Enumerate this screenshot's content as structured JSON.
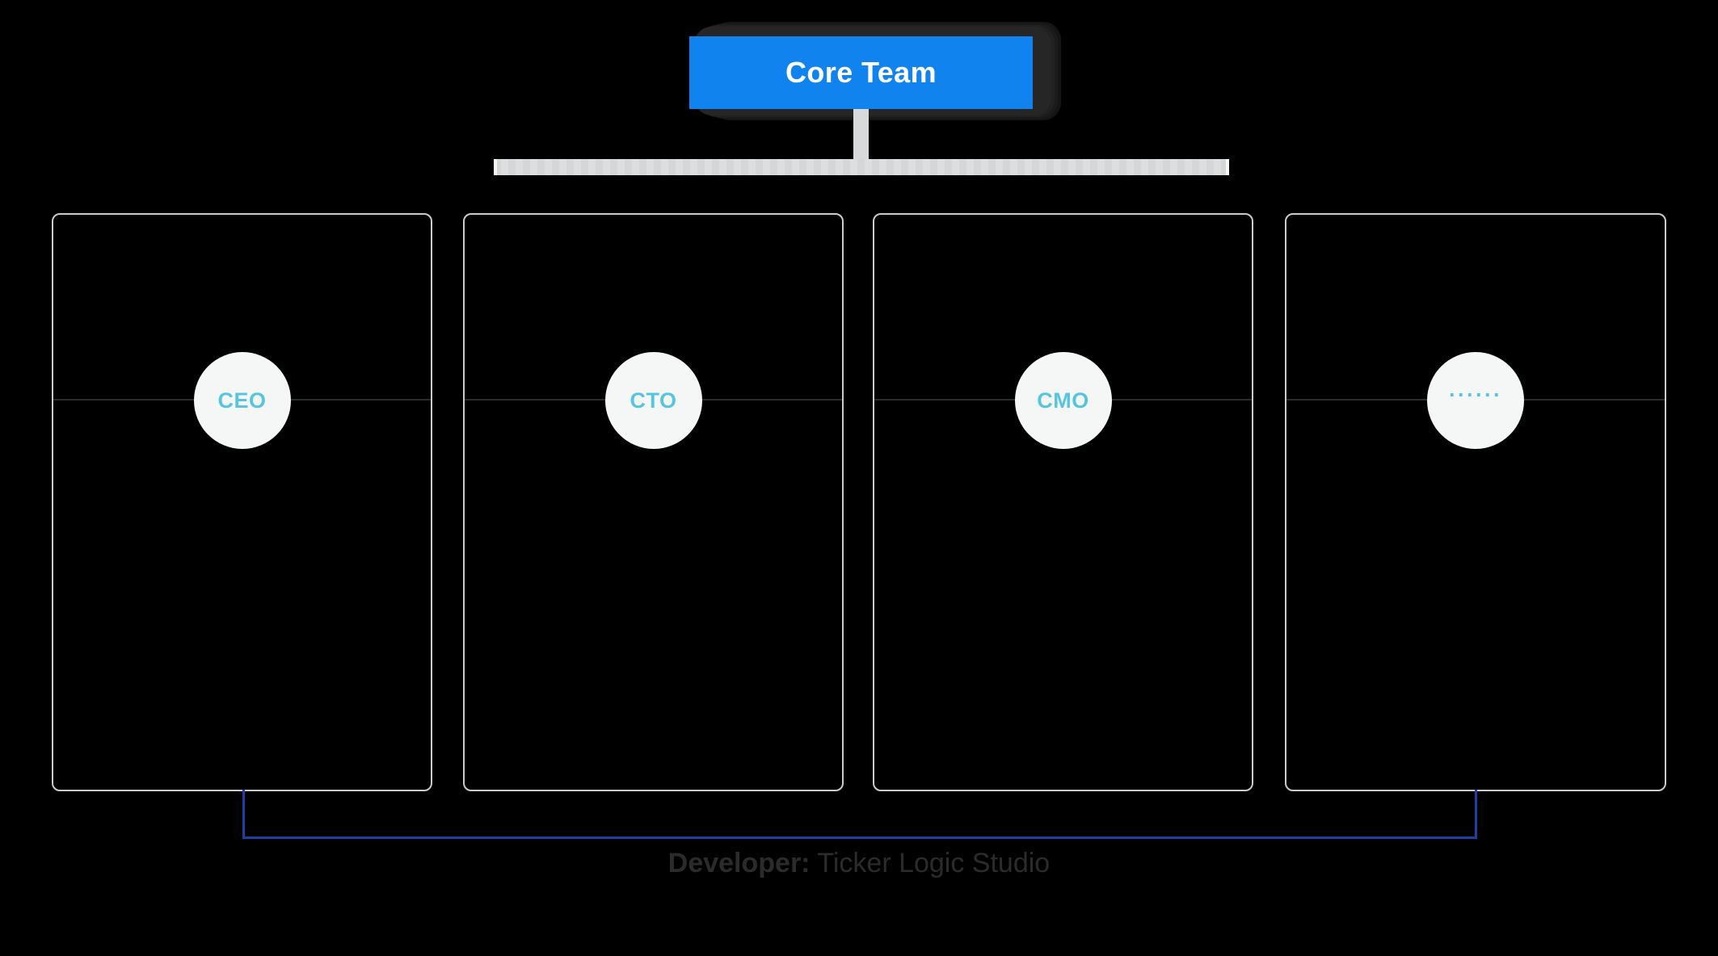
{
  "diagram": {
    "root": {
      "label": "Core Team",
      "box_color": "#1183ee",
      "text_color": "#ffffff"
    },
    "connector": {
      "stem_color": "#d7d9da",
      "bar_color": "#d7d9da"
    },
    "nodes": [
      {
        "label": "CEO",
        "avatar_bg": "#f5f7f7",
        "label_color": "#57c5e0",
        "kind": "text"
      },
      {
        "label": "CTO",
        "avatar_bg": "#f5f7f7",
        "label_color": "#57c5e0",
        "kind": "text"
      },
      {
        "label": "CMO",
        "avatar_bg": "#f5f7f7",
        "label_color": "#57c5e0",
        "kind": "text"
      },
      {
        "label": "······",
        "avatar_bg": "#f5f7f7",
        "label_color": "#57c5e0",
        "kind": "ellipsis"
      }
    ],
    "footer": {
      "bracket_color": "#1d3fa6",
      "credit_lead": "Developer:",
      "credit_name": "Ticker Logic Studio",
      "credit_color": "#2b2b2b"
    }
  }
}
